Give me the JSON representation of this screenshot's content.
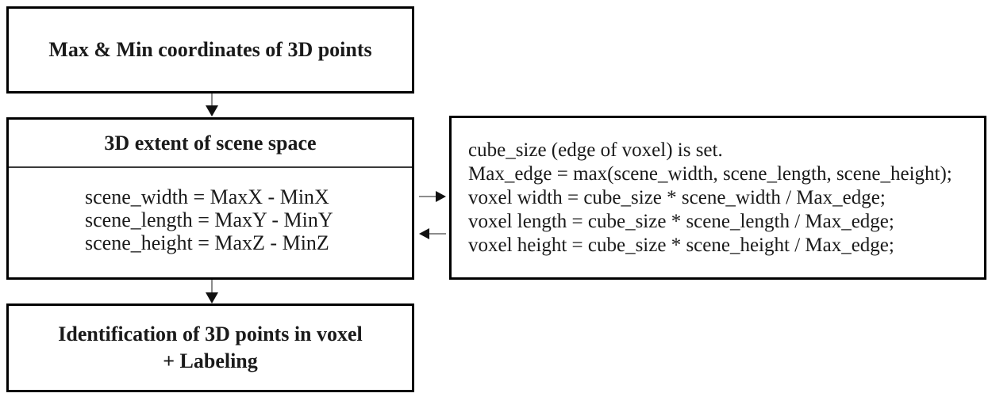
{
  "colors": {
    "background": "#ffffff",
    "box-border": "#000000",
    "text": "#1a1a1a",
    "arrow-stem": "#8c8c8c",
    "arrow-head": "#111111",
    "divider": "#3a3a3a"
  },
  "nodes": {
    "max_min": {
      "title": "Max & Min coordinates of 3D points"
    },
    "extent": {
      "title": "3D extent of scene space",
      "lines": [
        "scene_width = MaxX - MinX",
        "scene_length = MaxY - MinY",
        "scene_height = MaxZ - MinZ"
      ]
    },
    "voxel": {
      "lines": [
        "cube_size (edge of voxel) is set.",
        "Max_edge = max(scene_width, scene_length, scene_height);",
        "voxel width = cube_size * scene_width / Max_edge;",
        "voxel length = cube_size * scene_length / Max_edge;",
        "voxel height = cube_size * scene_height / Max_edge;"
      ]
    },
    "identification": {
      "line1": "Identification of 3D points in voxel",
      "line2": "+ Labeling"
    }
  }
}
